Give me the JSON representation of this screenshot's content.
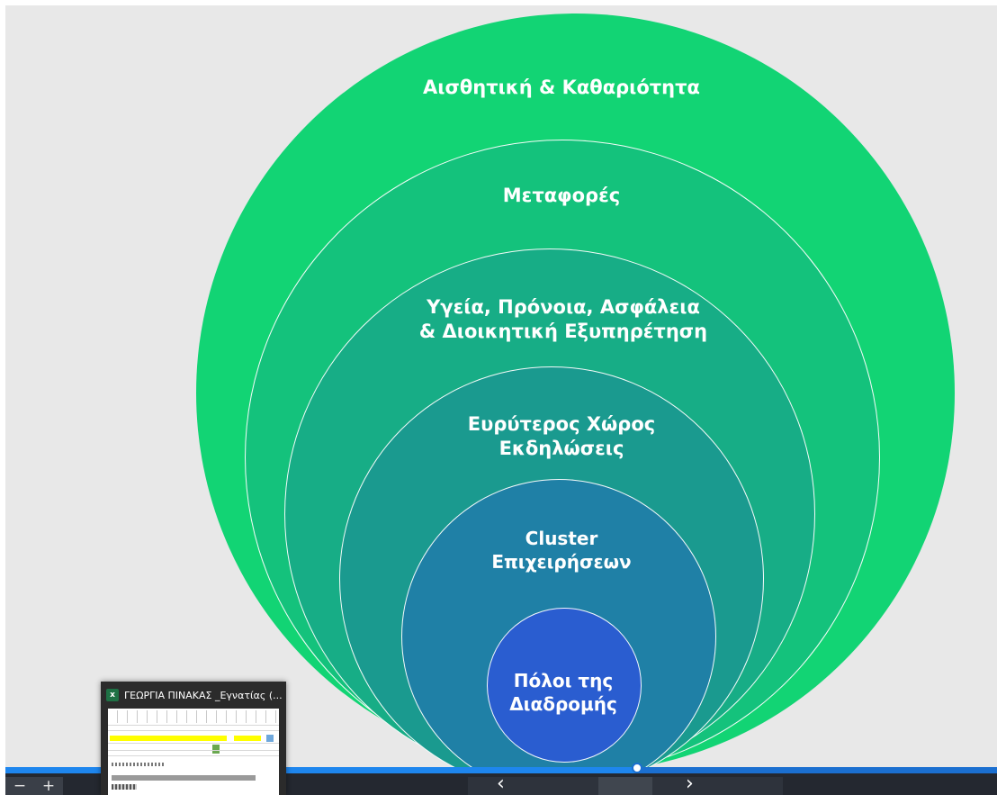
{
  "slide": {
    "rings": [
      {
        "label": "Αισθητική & Καθαριότητα",
        "color": "#12d474"
      },
      {
        "label": "Μεταφορές",
        "color": "#14c27c"
      },
      {
        "label_line1": "Υγεία, Πρόνοια, Ασφάλεια",
        "label_line2": "& Διοικητική Εξυπηρέτηση",
        "color": "#17ad86"
      },
      {
        "label_line1": "Ευρύτερος Χώρος",
        "label_line2": "Εκδηλώσεις",
        "color": "#1a9a8f"
      },
      {
        "label_line1": "Cluster",
        "label_line2": "Επιχειρήσεων",
        "color": "#1f80a6"
      },
      {
        "label_line1": "Πόλοι της",
        "label_line2": "Διαδρομής",
        "color": "#2a5dd0"
      }
    ],
    "background": "#e8e8e8"
  },
  "taskbar_preview": {
    "app_icon": "excel-icon",
    "app_icon_letter": "x",
    "title": "ΓΕΩΡΓΙΑ ΠΙΝΑΚΑΣ _Εγνατίας (..."
  },
  "progress": {
    "fraction": 0.637,
    "accent": "#1b6fd0"
  },
  "toolbar": {
    "zoom_out": "−",
    "zoom_in": "+",
    "prev": "‹",
    "next": "›"
  }
}
